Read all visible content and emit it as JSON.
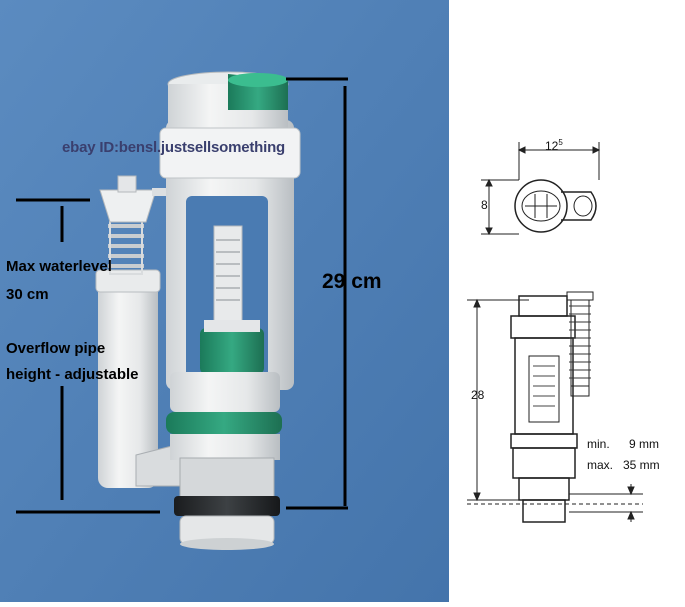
{
  "photo": {
    "background_color": "#4f7fb5",
    "watermark": "ebay ID:bensl.justsellsomething",
    "label_max_waterlevel": "Max waterlevel",
    "label_max_waterlevel_value": "30 cm",
    "label_overflow_line1": "Overflow pipe",
    "label_overflow_line2": "height - adjustable",
    "total_height_label": "29 cm"
  },
  "drawing": {
    "top_width_main": "12",
    "top_width_sup": "5",
    "top_depth": "8",
    "side_height": "28",
    "min_label": "min.",
    "min_value": "9 mm",
    "max_label": "max.",
    "max_value": "35 mm"
  }
}
